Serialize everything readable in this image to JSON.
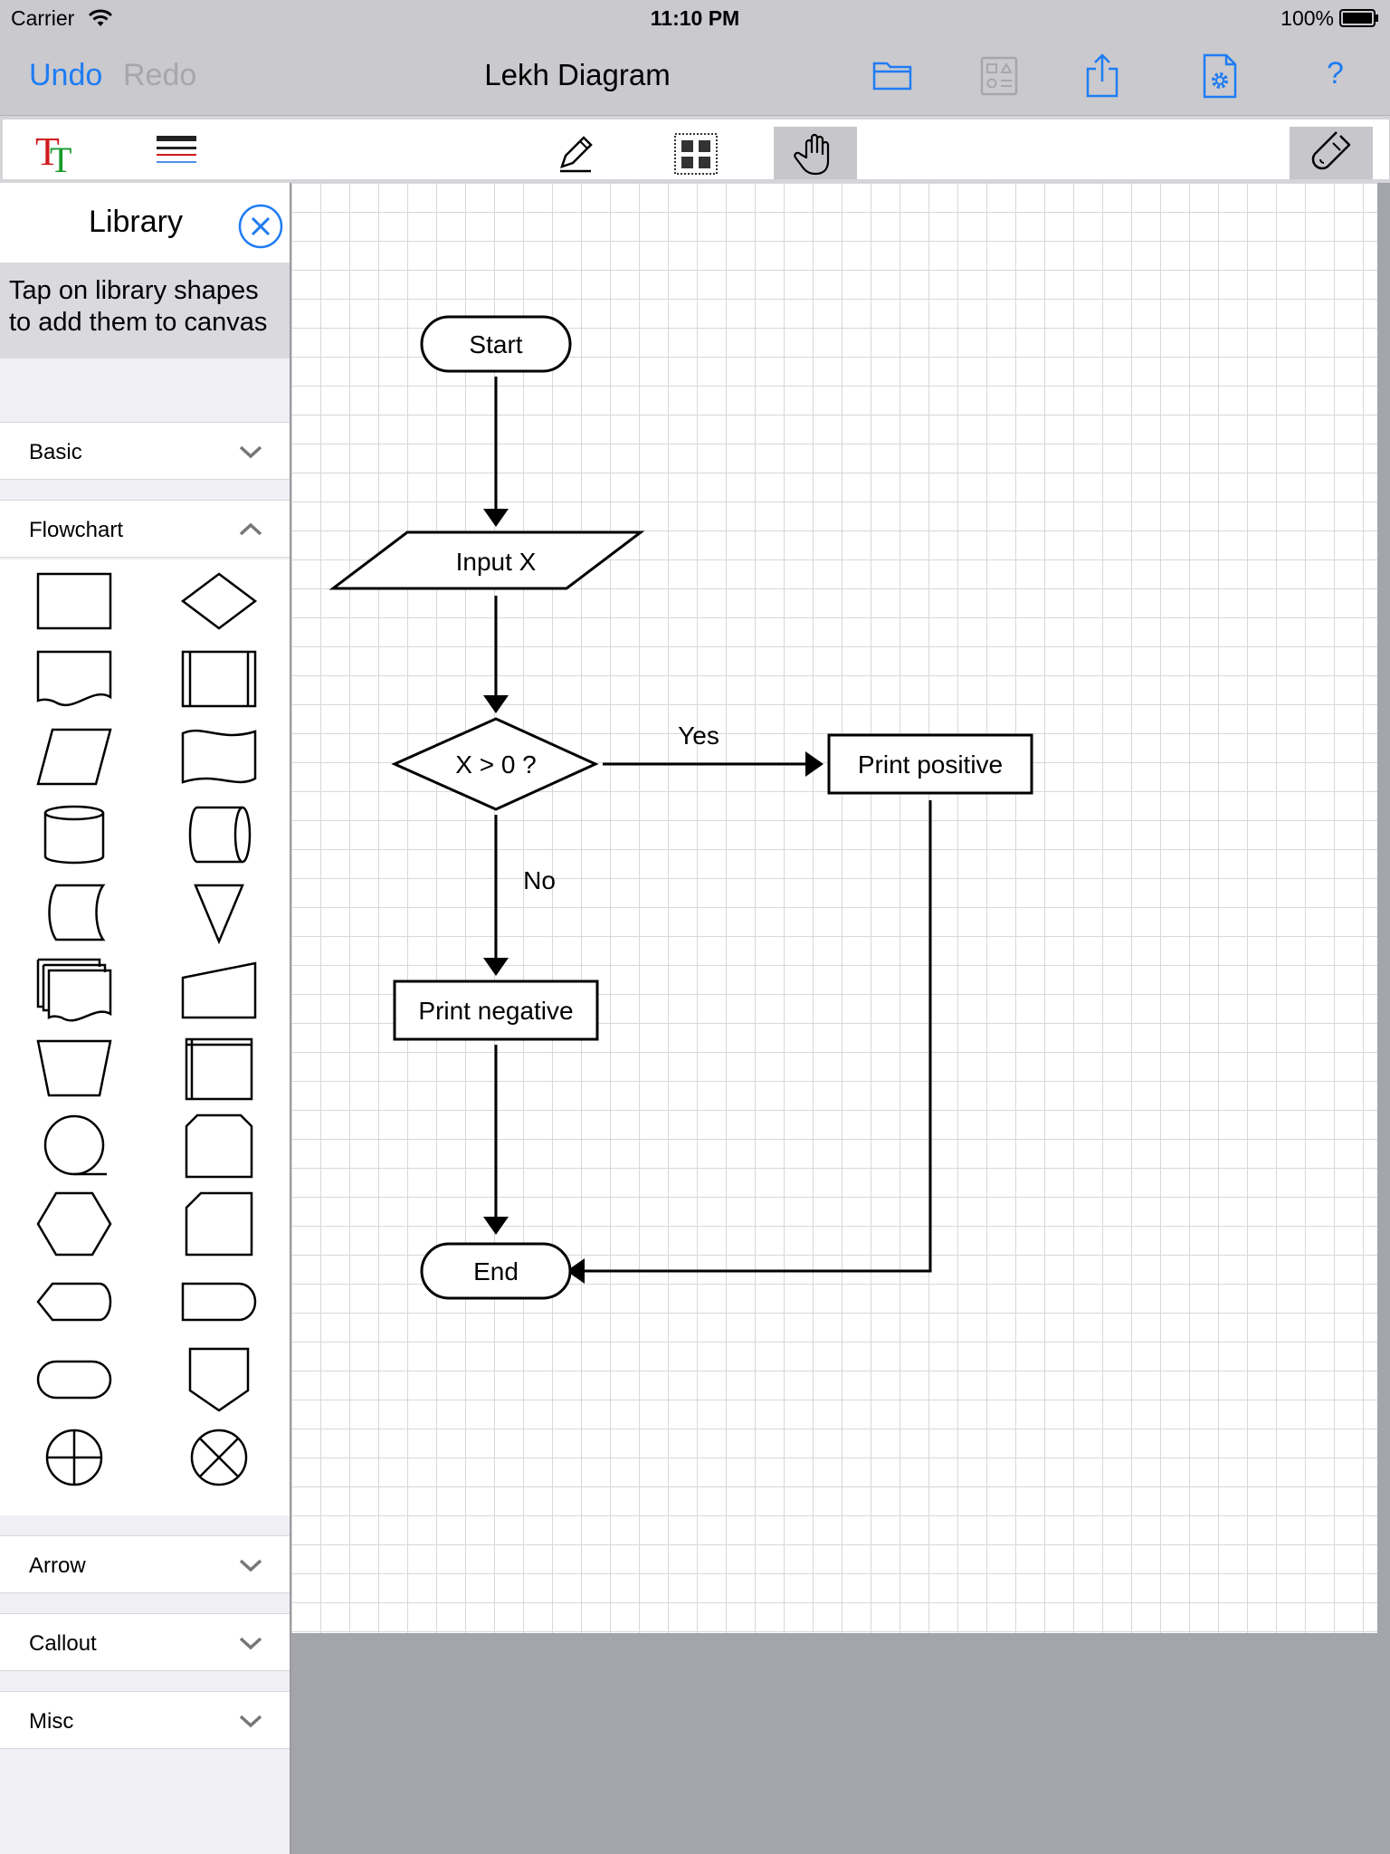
{
  "status_bar": {
    "carrier": "Carrier",
    "time": "11:10 PM",
    "battery": "100%"
  },
  "nav": {
    "undo": "Undo",
    "redo": "Redo",
    "title": "Lekh Diagram",
    "help": "?"
  },
  "colors": {
    "accent": "#1f7cf3",
    "disabled": "#a6a6ab",
    "bar_background": "#c9c9ce",
    "canvas_backdrop": "#a3a5ab"
  },
  "toolbar": {
    "icons": [
      "text-style-icon",
      "line-style-icon",
      "pencil-icon",
      "grid-icon",
      "hand-icon",
      "magnet-icon"
    ],
    "active_tool": "hand-icon"
  },
  "library": {
    "title": "Library",
    "hint": "Tap on library  shapes to add them to canvas",
    "sections": {
      "basic": "Basic",
      "flowchart": "Flowchart",
      "arrow": "Arrow",
      "callout": "Callout",
      "misc": "Misc"
    },
    "expanded_section": "Flowchart",
    "flowchart_shapes": [
      "process",
      "decision",
      "document",
      "predefined-process",
      "data",
      "tape",
      "database",
      "direct-access-storage",
      "stored-data",
      "merge",
      "multi-document",
      "manual-input",
      "manual-operation",
      "internal-storage",
      "sequential-access",
      "off-page-connector",
      "preparation",
      "card",
      "display",
      "delay",
      "terminator",
      "off-page-reference",
      "summing-junction",
      "or"
    ]
  },
  "diagram": {
    "nodes": {
      "start": "Start",
      "input": "Input X",
      "decision": "X > 0 ?",
      "positive": "Print positive",
      "negative": "Print negative",
      "end": "End"
    },
    "edges": {
      "yes": "Yes",
      "no": "No"
    }
  }
}
